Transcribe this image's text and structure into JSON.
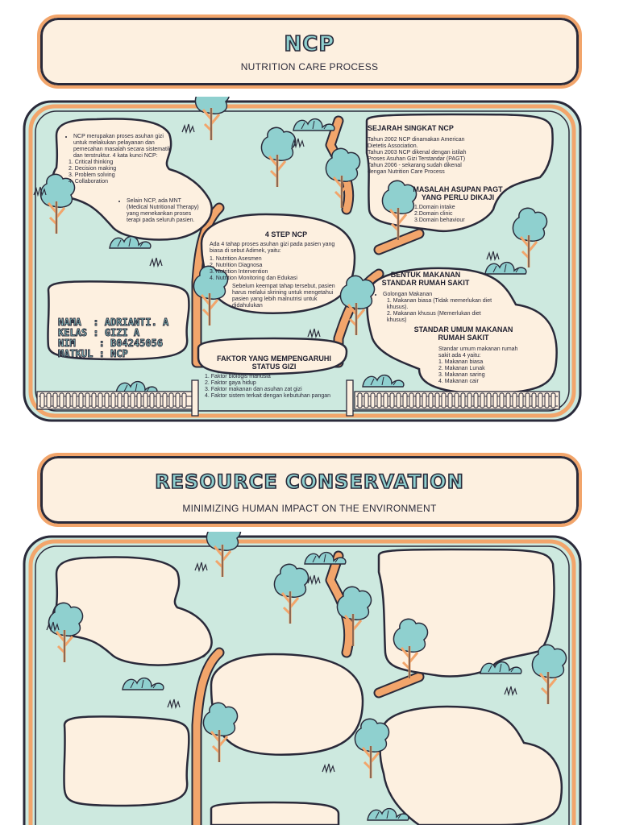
{
  "section1": {
    "title": "NCP",
    "subtitle": "NUTRITION CARE PROCESS",
    "intro": {
      "bullet1": "NCP merupakan proses asuhan gizi untuk melakukan pelayanan dan pemecahan masalah secara sistematik dan terstruktur. 4 kata kunci NCP:",
      "keywords": [
        "1. Critical thinking",
        "2. Decision making",
        "3. Problem solving",
        "4. Collaboration"
      ],
      "bullet2": "Selain NCP, ada MNT (Medical Nutritional Therapy) yang menekankan proses terapi pada seluruh pasien."
    },
    "sejarah": {
      "heading": "SEJARAH SINGKAT NCP",
      "lines": [
        "Tahun 2002 NCP dinamakan American Dietetis Association.",
        "Tahun 2003 NCP dikenal dengan istilah Proses Asuhan Gizi Terstandar (PAGT)",
        "Tahun 2006 - sekarang sudah dikenal dengan Nutrition Care Process"
      ]
    },
    "masalah": {
      "heading": "MASALAH ASUPAN PAGT YANG PERLU DIKAJI",
      "items": [
        "1.Domain intake",
        "2.Domain clinic",
        "3.Domain behaviour"
      ]
    },
    "step": {
      "heading": "4 STEP NCP",
      "intro": "Ada 4 tahap proses asuhan gizi pada pasien yang biasa di sebut Adimek, yaitu:",
      "items": [
        "1. Nutrition Asesmen",
        "2. Nutrition Diagnosa",
        "3. Nutrition Intervention",
        "4. Nutrition Monitoring dan Edukasi"
      ],
      "note": "Sebelum keempat tahap tersebut, pasien harus melalui skrining untuk mengetahui pasien yang lebih malnutrisi untuk didahulukan"
    },
    "bentuk": {
      "heading": "BENTUK MAKANAN STANDAR RUMAH SAKIT",
      "bullet": "Golongan Makanan",
      "items": [
        "1. Makanan biasa (Tidak memerlukan diet khusus).",
        "2. Makanan khusus (Memerlukan diet khusus)"
      ]
    },
    "standar": {
      "heading": "STANDAR UMUM MAKANAN RUMAH SAKIT",
      "intro": "Standar umum makanan rumah sakit ada 4 yaitu:",
      "items": [
        "1. Makanan biasa",
        "2. Makanan Lunak",
        "3. Makanan saring",
        "4. Makanan cair"
      ]
    },
    "faktor": {
      "heading": "FAKTOR YANG MEMPENGARUHI STATUS GIZI",
      "items": [
        "1. Faktor biologis manusia",
        "2. Faktor gaya hidup",
        "3. Faktor makanan dan asuhan zat gizi",
        "4. Faktor sistem terkait dengan kebutuhan pangan"
      ]
    },
    "identity": {
      "nama": "NAMA  : ADRIANTI. A",
      "kelas": "KELAS : GIZI A",
      "nim": "NIM    : B04245056",
      "matkul": "MATKUL : NCP"
    }
  },
  "section2": {
    "title": "RESOURCE CONSERVATION",
    "subtitle": "MINIMIZING HUMAN IMPACT ON THE ENVIRONMENT"
  },
  "colors": {
    "mint": "#cde9df",
    "orange": "#f2a56b",
    "cream": "#fdf0e0",
    "ink": "#2a2a3a",
    "teal": "#8fd0cf"
  }
}
